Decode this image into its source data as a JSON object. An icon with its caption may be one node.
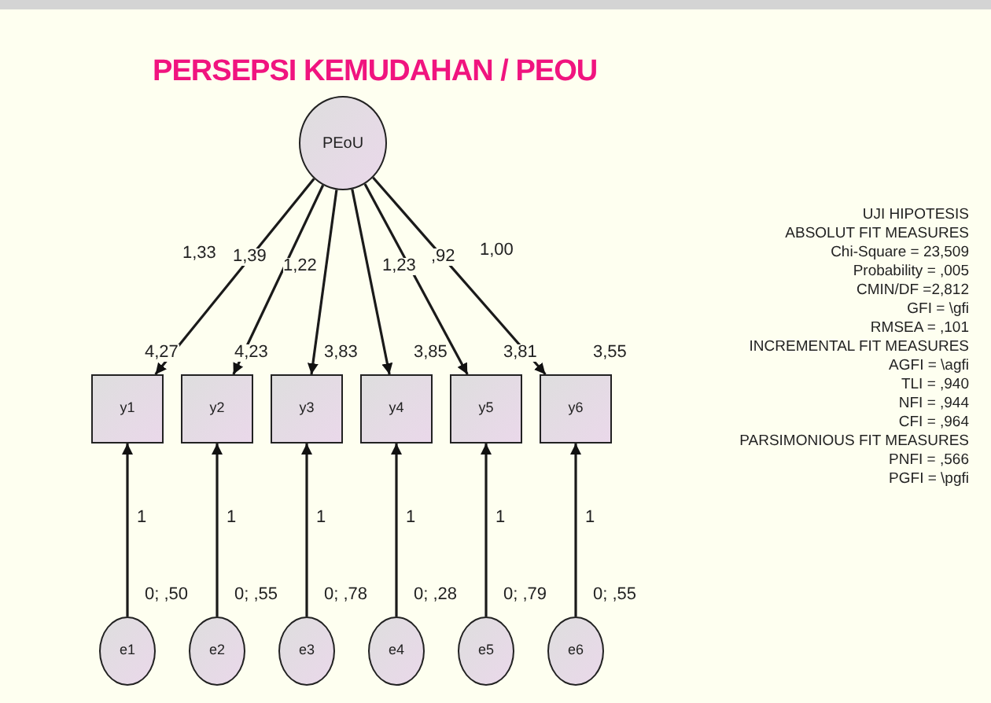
{
  "diagram": {
    "title": "PERSEPSI KEMUDAHAN / PEOU",
    "nodes": [
      {
        "text": [
          "PEoU"
        ]
      },
      {
        "text": [
          "y1"
        ],
        "beside": [
          "4,27"
        ]
      },
      {
        "text": [
          "y2"
        ],
        "beside": [
          "4,23"
        ]
      },
      {
        "text": [
          "y3"
        ],
        "beside": [
          "3,83"
        ]
      },
      {
        "text": [
          "y4"
        ],
        "beside": [
          "3,85"
        ]
      },
      {
        "text": [
          "y5"
        ],
        "beside": [
          "3,81"
        ]
      },
      {
        "text": [
          "y6"
        ],
        "beside": [
          "3,55"
        ]
      },
      {
        "text": [
          "e1"
        ],
        "beside": [
          "0; ,50"
        ]
      },
      {
        "text": [
          "e2"
        ],
        "beside": [
          "0; ,55"
        ]
      },
      {
        "text": [
          "e3"
        ],
        "beside": [
          "0; ,78"
        ]
      },
      {
        "text": [
          "e4"
        ],
        "beside": [
          "0; ,28"
        ]
      },
      {
        "text": [
          "e5"
        ],
        "beside": [
          "0; ,79"
        ]
      },
      {
        "text": [
          "e6"
        ],
        "beside": [
          "0; ,55"
        ]
      }
    ],
    "edges": [
      {
        "from": 0,
        "to": 1,
        "arrow": "to",
        "label": "1,33"
      },
      {
        "from": 0,
        "to": 2,
        "arrow": "to",
        "label": "1,39"
      },
      {
        "from": 0,
        "to": 3,
        "arrow": "to",
        "label": "1,22"
      },
      {
        "from": 0,
        "to": 4,
        "arrow": "to",
        "label": "1,23"
      },
      {
        "from": 0,
        "to": 5,
        "arrow": "to",
        "label": ",92"
      },
      {
        "from": 0,
        "to": 6,
        "arrow": "to",
        "label": "1,00"
      },
      {
        "from": 7,
        "to": 1,
        "arrow": "to",
        "label": "1"
      },
      {
        "from": 8,
        "to": 2,
        "arrow": "to",
        "label": "1"
      },
      {
        "from": 9,
        "to": 3,
        "arrow": "to",
        "label": "1"
      },
      {
        "from": 10,
        "to": 4,
        "arrow": "to",
        "label": "1"
      },
      {
        "from": 11,
        "to": 5,
        "arrow": "to",
        "label": "1"
      },
      {
        "from": 12,
        "to": 6,
        "arrow": "to",
        "label": "1"
      }
    ],
    "labels": [
      "UJI HIPOTESIS",
      "ABSOLUT FIT MEASURES",
      "Chi-Square = 23,509",
      "Probability = ,005",
      "CMIN/DF =2,812",
      "GFI = \\gfi",
      "RMSEA = ,101",
      "INCREMENTAL FIT MEASURES",
      "AGFI = \\agfi",
      "TLI = ,940",
      "NFI = ,944",
      "CFI = ,964",
      "PARSIMONIOUS FIT MEASURES",
      "PNFI = ,566",
      "PGFI = \\pgfi"
    ]
  }
}
